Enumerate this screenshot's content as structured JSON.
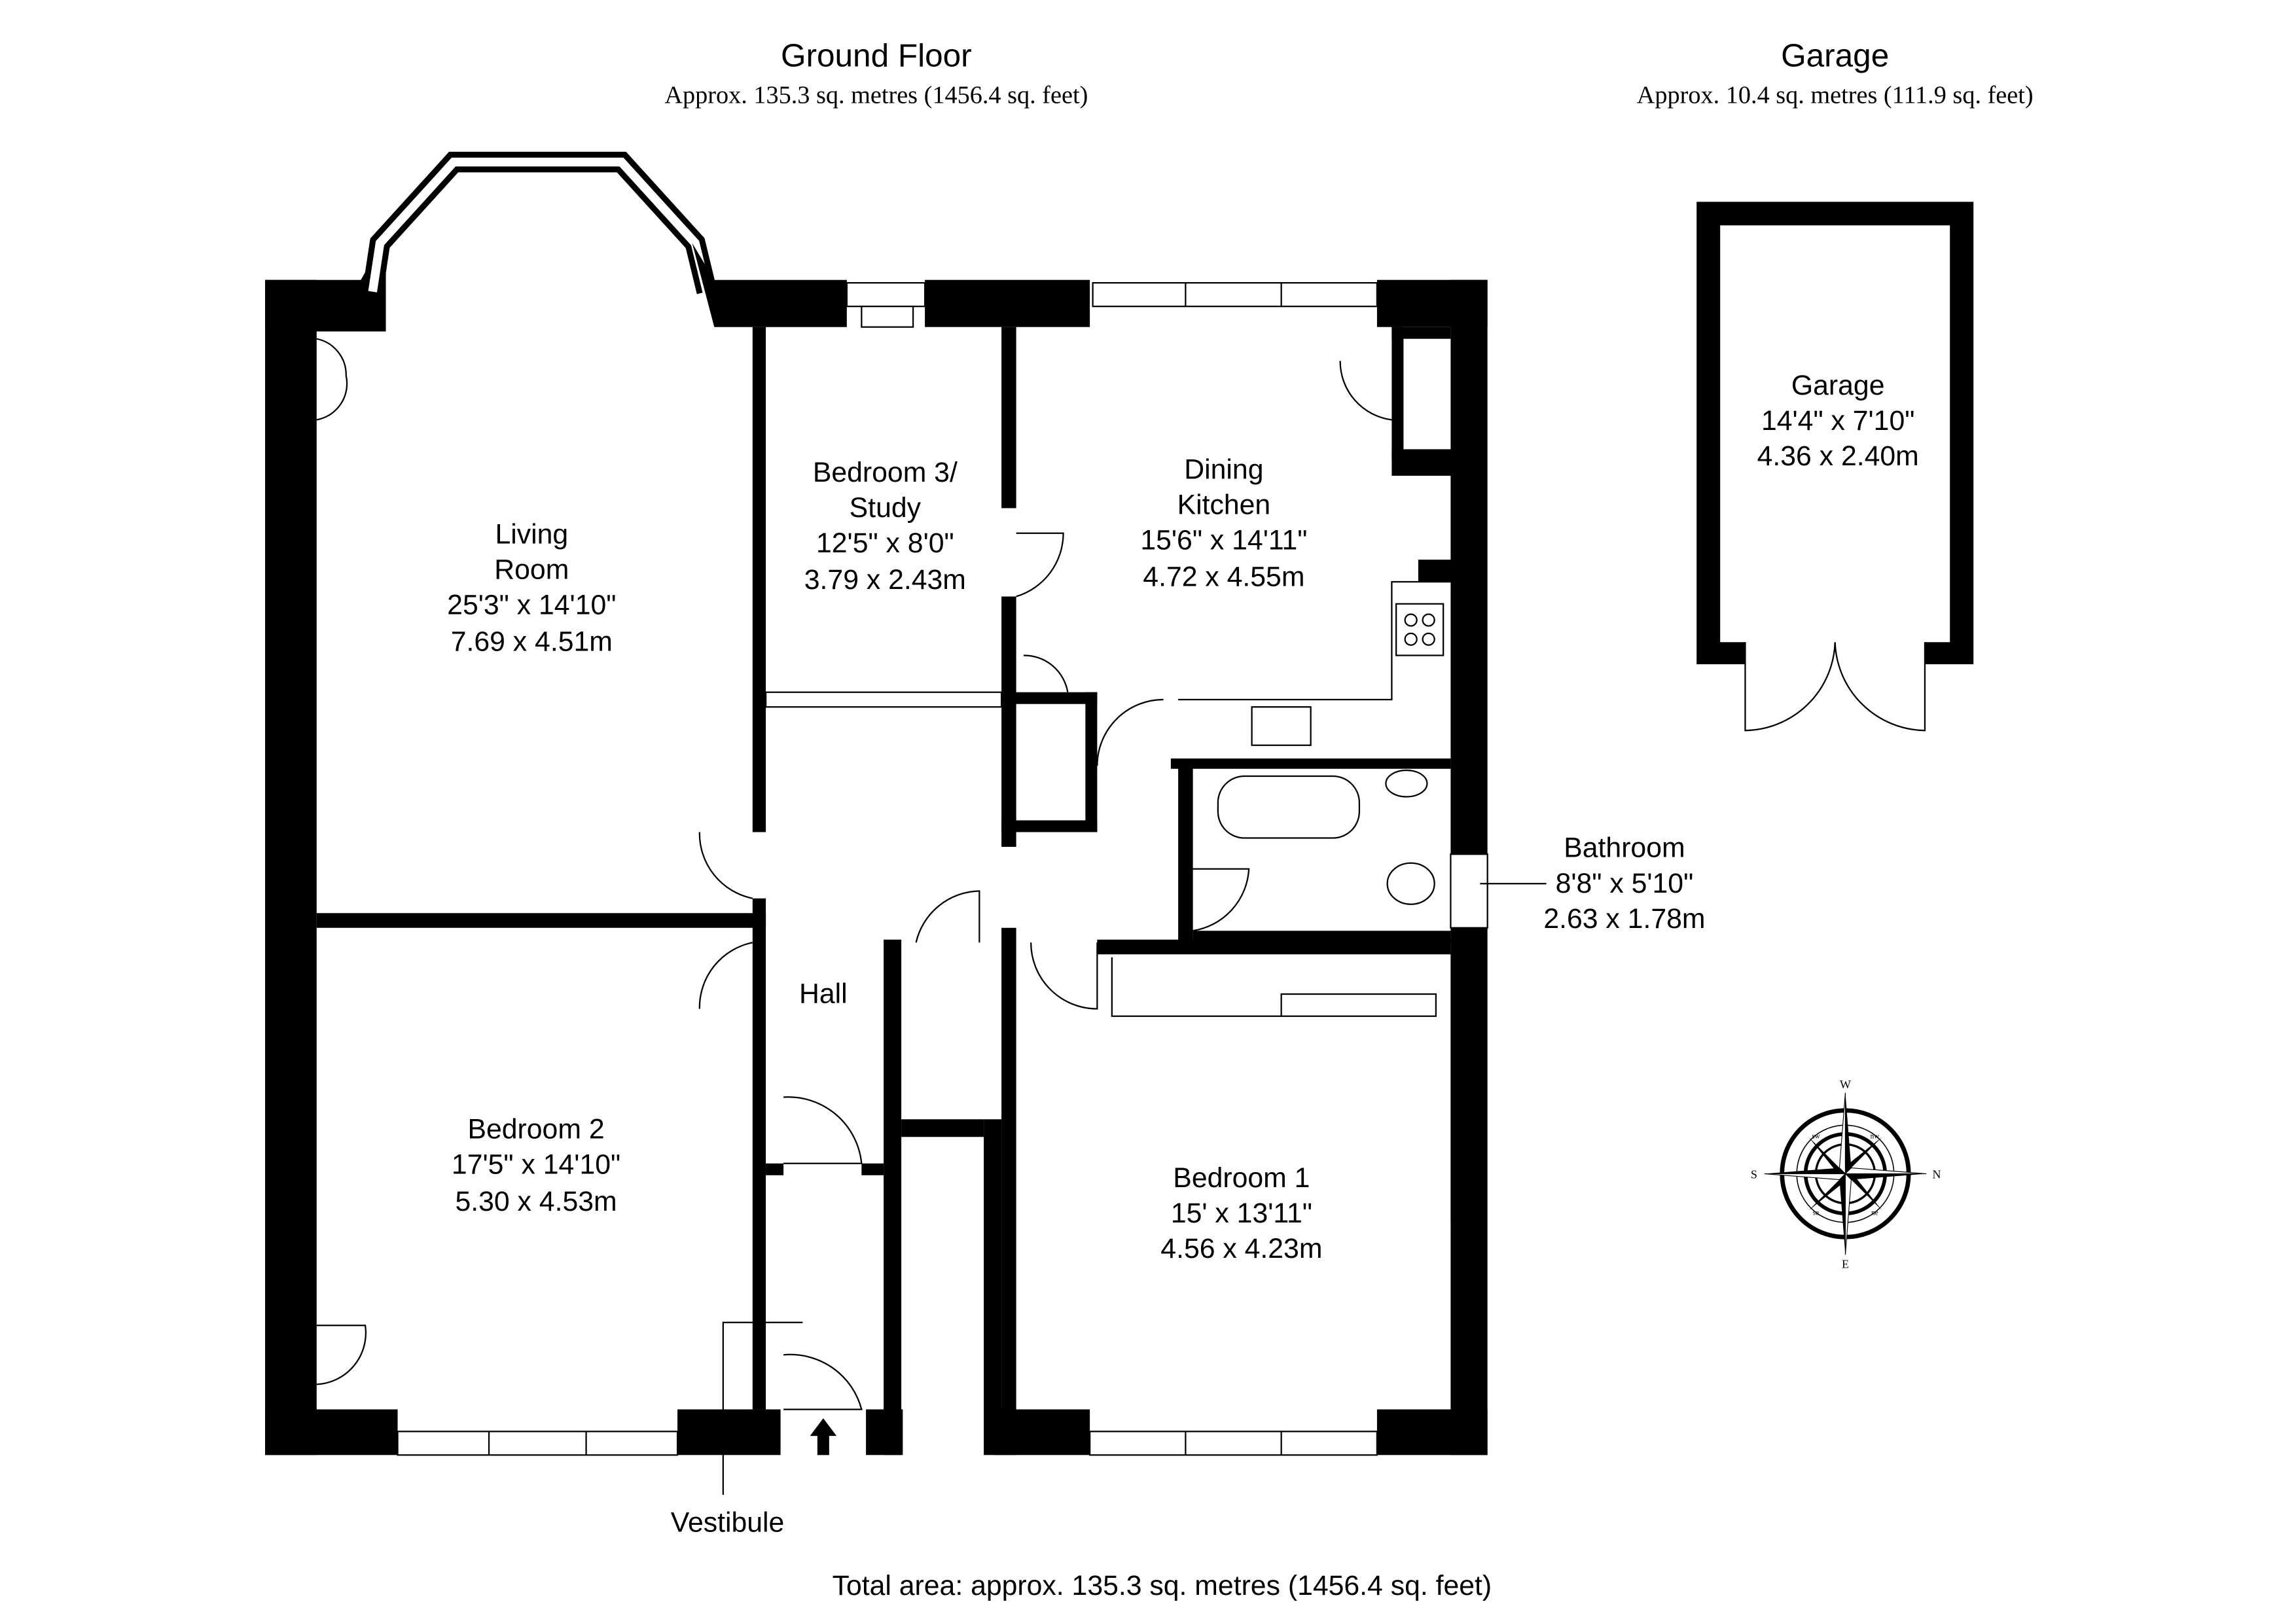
{
  "ground_floor": {
    "title": "Ground Floor",
    "area": "Approx. 135.3 sq. metres (1456.4 sq. feet)"
  },
  "garage_block": {
    "title": "Garage",
    "area": "Approx. 10.4 sq. metres (111.9 sq. feet)"
  },
  "rooms": {
    "living": {
      "name1": "Living",
      "name2": "Room",
      "imperial": "25'3\" x 14'10\"",
      "metric": "7.69 x 4.51m"
    },
    "bedroom3": {
      "name1": "Bedroom 3/",
      "name2": "Study",
      "imperial": "12'5\" x 8'0\"",
      "metric": "3.79 x 2.43m"
    },
    "kitchen": {
      "name1": "Dining",
      "name2": "Kitchen",
      "imperial": "15'6\" x 14'11\"",
      "metric": "4.72 x 4.55m"
    },
    "bathroom": {
      "name": "Bathroom",
      "imperial": "8'8\" x 5'10\"",
      "metric": "2.63 x 1.78m"
    },
    "hall": {
      "name": "Hall"
    },
    "bedroom2": {
      "name": "Bedroom 2",
      "imperial": "17'5\" x 14'10\"",
      "metric": "5.30 x 4.53m"
    },
    "bedroom1": {
      "name": "Bedroom 1",
      "imperial": "15' x 13'11\"",
      "metric": "4.56 x 4.23m"
    },
    "vestibule": {
      "name": "Vestibule"
    },
    "garage": {
      "name": "Garage",
      "imperial": "14'4\" x 7'10\"",
      "metric": "4.36 x 2.40m"
    }
  },
  "compass": {
    "n": "N",
    "s": "S",
    "e": "E",
    "w": "W",
    "ne": "ne",
    "nw": "nw",
    "se": "se",
    "sw": "sw"
  },
  "total_area": "Total area: approx. 135.3 sq. metres (1456.4 sq. feet)"
}
